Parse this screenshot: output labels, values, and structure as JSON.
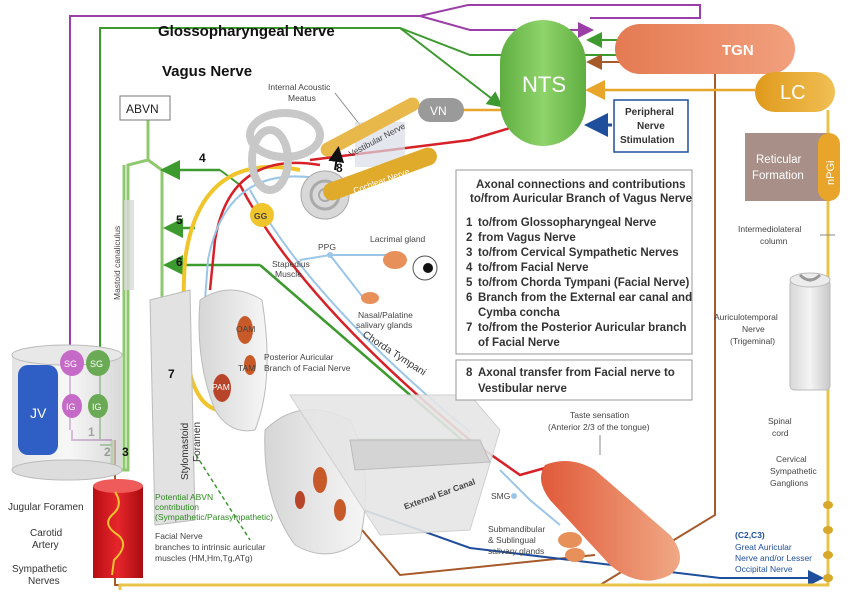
{
  "labels": {
    "glossopharyngeal": "Glossopharyngeal Nerve",
    "vagus": "Vagus Nerve",
    "abvn": "ABVN",
    "nts": "NTS",
    "tgn": "TGN",
    "lc": "LC",
    "reticular": [
      "Reticular",
      "Formation"
    ],
    "npgi": "nPGi",
    "vn": "VN",
    "internal_acoustic": [
      "Internal Acoustic",
      "Meatus"
    ],
    "vestibular_nerve": "Vestibular Nerve",
    "cochlear_nerve": "Cochlear Nerve",
    "gg": "GG",
    "ppg": "PPG",
    "lacrimal": "Lacrimal gland",
    "stapedius": [
      "Stapedius",
      "Muscle"
    ],
    "nasal": [
      "Nasal/Palatine",
      "salivary glands"
    ],
    "peripheral": [
      "Peripheral",
      "Nerve",
      "Stimulation"
    ],
    "mastoid": "Mastoid canaliculus",
    "stylomastoid": [
      "Stylomastoid",
      "Foramen"
    ],
    "oam": "OAM",
    "tam": "TAM",
    "pam": "PAM",
    "posterior_auricular": [
      "Posterior Auricular",
      "Branch of Facial Nerve"
    ],
    "chorda": "Chorda Tympani",
    "jv": "JV",
    "sg": "SG",
    "ig": "IG",
    "jugular_foramen": "Jugular Foramen",
    "carotid": [
      "Carotid",
      "Artery"
    ],
    "sympathetic": [
      "Sympathetic",
      "Nerves"
    ],
    "potential": [
      "Potential ABVN",
      "contribution",
      "(Sympathetic/Parasympathetic)"
    ],
    "facial_branches": [
      "Facial Nerve",
      "branches to intrinsic auricular",
      "muscles (HM,Hm,Tg,ATg)"
    ],
    "external_canal": "External Ear Canal",
    "smg": "SMG",
    "submandibular": [
      "Submandibular",
      "& Sublingual",
      "salivary glands"
    ],
    "taste": [
      "Taste sensation",
      "(Anterior 2/3 of the tongue)"
    ],
    "intermediolateral": [
      "Intermediolateral",
      "column"
    ],
    "auriculotemporal": [
      "Auriculotemporal",
      "Nerve",
      "(Trigeminal)"
    ],
    "spinal": [
      "Spinal",
      "cord"
    ],
    "cervical_ganglia": [
      "Cervical",
      "Sympathetic",
      "Ganglions"
    ],
    "c2c3": [
      "(C2,C3)",
      "Great Auricular",
      "Nerve and/or Lesser",
      "Occipital Nerve"
    ]
  },
  "legend": {
    "title": [
      "Axonal connections and contributions",
      "to/from  Auricular Branch of Vagus Nerve"
    ],
    "items": [
      {
        "num": "1",
        "text": "to/from Glossopharyngeal Nerve"
      },
      {
        "num": "2",
        "text": "from Vagus Nerve"
      },
      {
        "num": "3",
        "text": "to/from Cervical Sympathetic Nerves"
      },
      {
        "num": "4",
        "text": "to/from Facial Nerve"
      },
      {
        "num": "5",
        "text": "to/from Chorda Tympani (Facial Nerve)"
      },
      {
        "num": "6",
        "text": "Branch from the External ear canal and"
      },
      {
        "num": "",
        "text": "Cymba concha"
      },
      {
        "num": "7",
        "text": "to/from the Posterior Auricular branch"
      },
      {
        "num": "",
        "text": "of Facial Nerve"
      }
    ],
    "note_num": "8",
    "note": [
      "Axonal transfer from Facial nerve to",
      "Vestibular nerve"
    ]
  },
  "numbers": [
    "1",
    "2",
    "3",
    "4",
    "5",
    "6",
    "7",
    "8"
  ],
  "colors": {
    "nts": "#7cc35a",
    "tgn": "#e9825a",
    "lc": "#e8a52a",
    "reticular": "#a89088",
    "npgi": "#e8a52a",
    "glosso": "#9b3ea8",
    "vagus": "#3c9a2e",
    "facial": "#f0c52c",
    "chorda": "#d72128",
    "trigeminal": "#a65a2a",
    "cervical": "#1f4e9c",
    "jv": "#2f5fc4"
  }
}
